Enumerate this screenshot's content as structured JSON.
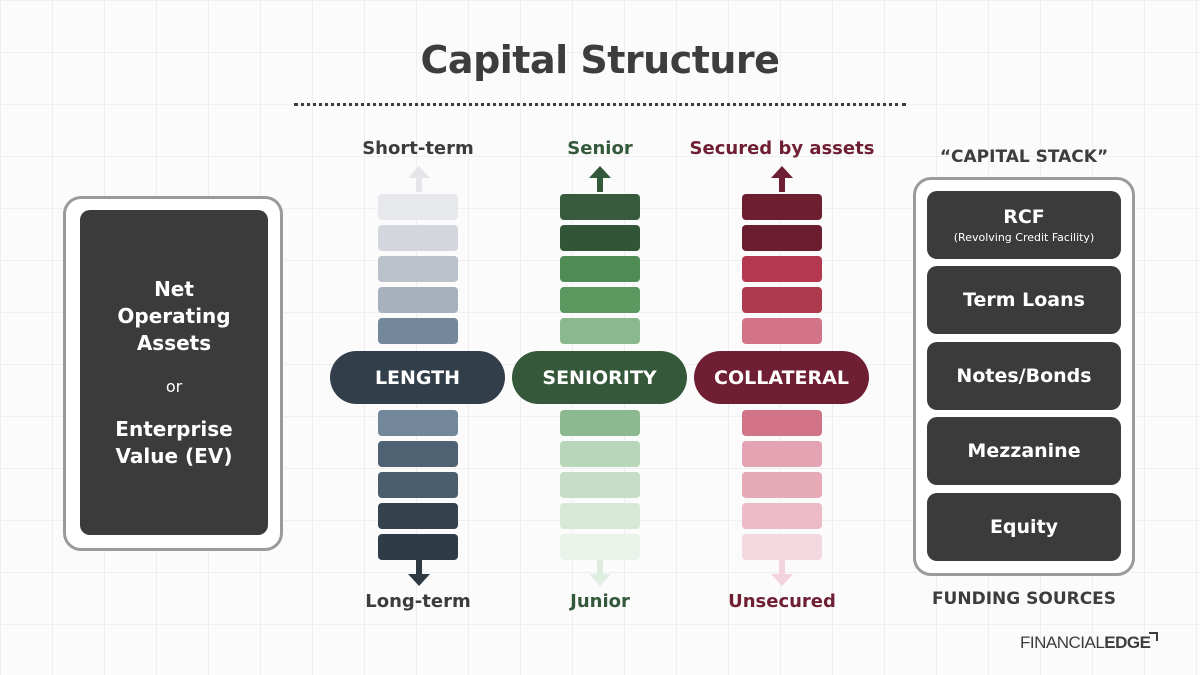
{
  "title": "Capital Structure",
  "left_box": {
    "line1": "Net",
    "line2": "Operating",
    "line3": "Assets",
    "or": "or",
    "line4": "Enterprise",
    "line5": "Value (EV)"
  },
  "columns": [
    {
      "top_label": "Short-term",
      "pill": "LENGTH",
      "bottom_label": "Long-term",
      "colors": {
        "pill": "#323e4a",
        "top_label": "#3c3c3c",
        "bottom_label": "#3c3c3c",
        "top_arrow": "#e6e6ea",
        "bottom_arrow": "#2e3942",
        "top_blocks": [
          "#e7e8ec",
          "#d3d7dd",
          "#bac1ca",
          "#a7b1bd",
          "#73889a"
        ],
        "bottom_blocks": [
          "#72889a",
          "#4f6273",
          "#4a5e6e",
          "#36434f",
          "#2f3b46"
        ]
      }
    },
    {
      "top_label": "Senior",
      "pill": "SENIORITY",
      "bottom_label": "Junior",
      "colors": {
        "pill": "#35583a",
        "top_label": "#34583a",
        "bottom_label": "#34583a",
        "top_arrow": "#34583a",
        "bottom_arrow": "#dfece0",
        "top_blocks": [
          "#375b3c",
          "#335537",
          "#4f8c55",
          "#5a9a60",
          "#8bb88e"
        ],
        "bottom_blocks": [
          "#8cb98f",
          "#b8d6ba",
          "#c6dec8",
          "#d8e8d9",
          "#eaf2ea"
        ]
      }
    },
    {
      "top_label": "Secured by assets",
      "pill": "COLLATERAL",
      "bottom_label": "Unsecured",
      "colors": {
        "pill": "#6f1f33",
        "top_label": "#6f1f33",
        "bottom_label": "#6f1f33",
        "top_arrow": "#6f1f33",
        "bottom_arrow": "#f4d4dc",
        "top_blocks": [
          "#6e1e31",
          "#6a1d2f",
          "#b43950",
          "#ad3a4f",
          "#d27388"
        ],
        "bottom_blocks": [
          "#d27388",
          "#e4a3b2",
          "#e6a9b6",
          "#ecbbc7",
          "#f4d8df"
        ]
      }
    }
  ],
  "stack": {
    "heading": "“CAPITAL STACK”",
    "items": [
      {
        "label": "RCF",
        "sub": "(Revolving Credit Facility)"
      },
      {
        "label": "Term Loans",
        "sub": ""
      },
      {
        "label": "Notes/Bonds",
        "sub": ""
      },
      {
        "label": "Mezzanine",
        "sub": ""
      },
      {
        "label": "Equity",
        "sub": ""
      }
    ],
    "footer": "FUNDING SOURCES"
  },
  "logo": {
    "part1": "FINANCIAL",
    "part2": "EDGE"
  }
}
